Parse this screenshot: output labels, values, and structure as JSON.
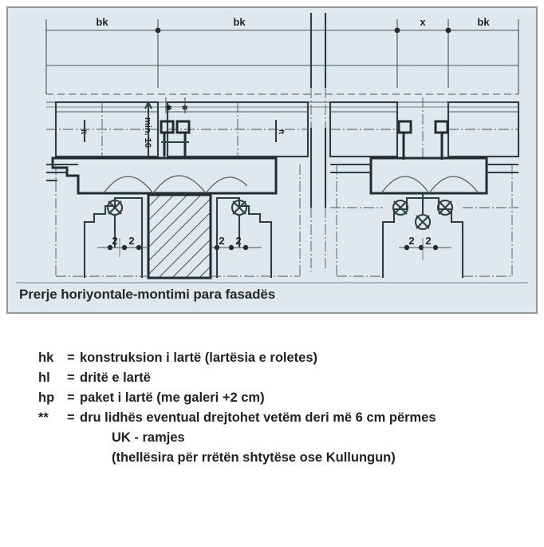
{
  "drawing": {
    "caption": "Prerje horiyontale-montimi para fasadës",
    "top_dimension_labels": [
      "bk",
      "bk",
      "x",
      "bk"
    ],
    "annotations": {
      "min_height": "min. 16",
      "asterisk_marker": "**",
      "gap_labels": [
        "2",
        "2",
        "2",
        "2",
        "2",
        "2"
      ],
      "small_vertical_left": "ft",
      "small_vertical_right": "ft"
    }
  },
  "legend": {
    "rows": [
      {
        "key": "hk",
        "eq": "=",
        "text": "konstruksion i lartë (lartësia e roletes)"
      },
      {
        "key": "hl",
        "eq": "=",
        "text": "dritë e lartë"
      },
      {
        "key": "hp",
        "eq": "=",
        "text": "paket i lartë (me galeri +2 cm)"
      },
      {
        "key": "**",
        "eq": "=",
        "text": "dru lidhës eventual drejtohet vetëm deri më 6 cm përmes"
      }
    ],
    "continuations": [
      "UK - ramjes",
      "(thellësira për rrëtën shtytëse ose Kullungun)"
    ]
  },
  "colors": {
    "panel_background": "#dfe9ed",
    "panel_border": "#8e9aa0",
    "line": "#41565f",
    "line_dark": "#1f2d33",
    "text": "#1d2124",
    "page_background": "#ffffff"
  }
}
